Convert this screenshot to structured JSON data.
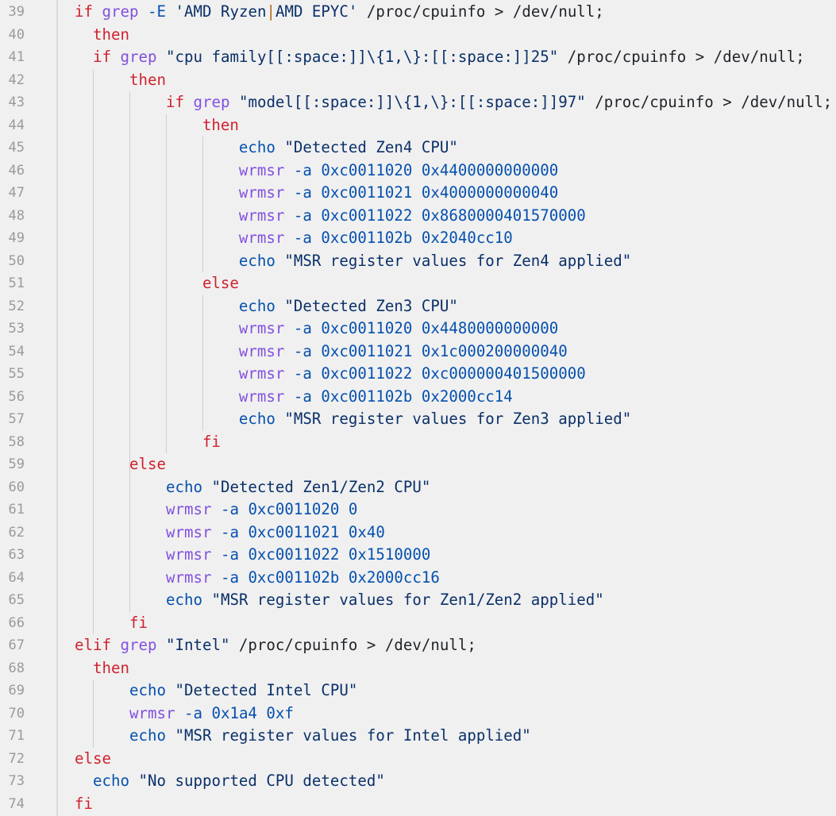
{
  "editor": {
    "cursor_line": 39,
    "colors": {
      "keyword": "#cf222e",
      "command": "#8250df",
      "number": "#0550ae",
      "string": "#0a3069",
      "plain": "#1f2328",
      "line_number": "#9a9a9a",
      "background": "#f0f0f0"
    },
    "lines": [
      {
        "n": "39",
        "tokens": [
          [
            "k",
            "if"
          ],
          [
            "p",
            " "
          ],
          [
            "f",
            "grep"
          ],
          [
            "p",
            " "
          ],
          [
            "b",
            "-E"
          ],
          [
            "p",
            " "
          ],
          [
            "s",
            "'AMD Ryzen"
          ],
          [
            "cursor",
            "|"
          ],
          [
            "s",
            "AMD EPYC'"
          ],
          [
            "p",
            " /proc/cpuinfo > /dev/null;"
          ]
        ]
      },
      {
        "n": "40",
        "tokens": [
          [
            "p",
            "  "
          ],
          [
            "k",
            "then"
          ]
        ]
      },
      {
        "n": "41",
        "tokens": [
          [
            "p",
            "  "
          ],
          [
            "k",
            "if"
          ],
          [
            "p",
            " "
          ],
          [
            "f",
            "grep"
          ],
          [
            "p",
            " "
          ],
          [
            "s",
            "\"cpu family[[:space:]]\\{1,\\}:[[:space:]]25\""
          ],
          [
            "p",
            " /proc/cpuinfo > /dev/null;"
          ]
        ]
      },
      {
        "n": "42",
        "tokens": [
          [
            "p",
            "      "
          ],
          [
            "k",
            "then"
          ]
        ]
      },
      {
        "n": "43",
        "tokens": [
          [
            "p",
            "          "
          ],
          [
            "k",
            "if"
          ],
          [
            "p",
            " "
          ],
          [
            "f",
            "grep"
          ],
          [
            "p",
            " "
          ],
          [
            "s",
            "\"model[[:space:]]\\{1,\\}:[[:space:]]97\""
          ],
          [
            "p",
            " /proc/cpuinfo > /dev/null;"
          ]
        ]
      },
      {
        "n": "44",
        "tokens": [
          [
            "p",
            "              "
          ],
          [
            "k",
            "then"
          ]
        ]
      },
      {
        "n": "45",
        "tokens": [
          [
            "p",
            "                  "
          ],
          [
            "b",
            "echo"
          ],
          [
            "p",
            " "
          ],
          [
            "s",
            "\"Detected Zen4 CPU\""
          ]
        ]
      },
      {
        "n": "46",
        "tokens": [
          [
            "p",
            "                  "
          ],
          [
            "f",
            "wrmsr"
          ],
          [
            "p",
            " "
          ],
          [
            "b",
            "-a 0xc0011020 0x4400000000000"
          ]
        ]
      },
      {
        "n": "47",
        "tokens": [
          [
            "p",
            "                  "
          ],
          [
            "f",
            "wrmsr"
          ],
          [
            "p",
            " "
          ],
          [
            "b",
            "-a 0xc0011021 0x4000000000040"
          ]
        ]
      },
      {
        "n": "48",
        "tokens": [
          [
            "p",
            "                  "
          ],
          [
            "f",
            "wrmsr"
          ],
          [
            "p",
            " "
          ],
          [
            "b",
            "-a 0xc0011022 0x8680000401570000"
          ]
        ]
      },
      {
        "n": "49",
        "tokens": [
          [
            "p",
            "                  "
          ],
          [
            "f",
            "wrmsr"
          ],
          [
            "p",
            " "
          ],
          [
            "b",
            "-a 0xc001102b 0x2040cc10"
          ]
        ]
      },
      {
        "n": "50",
        "tokens": [
          [
            "p",
            "                  "
          ],
          [
            "b",
            "echo"
          ],
          [
            "p",
            " "
          ],
          [
            "s",
            "\"MSR register values for Zen4 applied\""
          ]
        ]
      },
      {
        "n": "51",
        "tokens": [
          [
            "p",
            "              "
          ],
          [
            "k",
            "else"
          ]
        ]
      },
      {
        "n": "52",
        "tokens": [
          [
            "p",
            "                  "
          ],
          [
            "b",
            "echo"
          ],
          [
            "p",
            " "
          ],
          [
            "s",
            "\"Detected Zen3 CPU\""
          ]
        ]
      },
      {
        "n": "53",
        "tokens": [
          [
            "p",
            "                  "
          ],
          [
            "f",
            "wrmsr"
          ],
          [
            "p",
            " "
          ],
          [
            "b",
            "-a 0xc0011020 0x4480000000000"
          ]
        ]
      },
      {
        "n": "54",
        "tokens": [
          [
            "p",
            "                  "
          ],
          [
            "f",
            "wrmsr"
          ],
          [
            "p",
            " "
          ],
          [
            "b",
            "-a 0xc0011021 0x1c000200000040"
          ]
        ]
      },
      {
        "n": "55",
        "tokens": [
          [
            "p",
            "                  "
          ],
          [
            "f",
            "wrmsr"
          ],
          [
            "p",
            " "
          ],
          [
            "b",
            "-a 0xc0011022 0xc000000401500000"
          ]
        ]
      },
      {
        "n": "56",
        "tokens": [
          [
            "p",
            "                  "
          ],
          [
            "f",
            "wrmsr"
          ],
          [
            "p",
            " "
          ],
          [
            "b",
            "-a 0xc001102b 0x2000cc14"
          ]
        ]
      },
      {
        "n": "57",
        "tokens": [
          [
            "p",
            "                  "
          ],
          [
            "b",
            "echo"
          ],
          [
            "p",
            " "
          ],
          [
            "s",
            "\"MSR register values for Zen3 applied\""
          ]
        ]
      },
      {
        "n": "58",
        "tokens": [
          [
            "p",
            "              "
          ],
          [
            "k",
            "fi"
          ]
        ]
      },
      {
        "n": "59",
        "tokens": [
          [
            "p",
            "      "
          ],
          [
            "k",
            "else"
          ]
        ]
      },
      {
        "n": "60",
        "tokens": [
          [
            "p",
            "          "
          ],
          [
            "b",
            "echo"
          ],
          [
            "p",
            " "
          ],
          [
            "s",
            "\"Detected Zen1/Zen2 CPU\""
          ]
        ]
      },
      {
        "n": "61",
        "tokens": [
          [
            "p",
            "          "
          ],
          [
            "f",
            "wrmsr"
          ],
          [
            "p",
            " "
          ],
          [
            "b",
            "-a 0xc0011020 0"
          ]
        ]
      },
      {
        "n": "62",
        "tokens": [
          [
            "p",
            "          "
          ],
          [
            "f",
            "wrmsr"
          ],
          [
            "p",
            " "
          ],
          [
            "b",
            "-a 0xc0011021 0x40"
          ]
        ]
      },
      {
        "n": "63",
        "tokens": [
          [
            "p",
            "          "
          ],
          [
            "f",
            "wrmsr"
          ],
          [
            "p",
            " "
          ],
          [
            "b",
            "-a 0xc0011022 0x1510000"
          ]
        ]
      },
      {
        "n": "64",
        "tokens": [
          [
            "p",
            "          "
          ],
          [
            "f",
            "wrmsr"
          ],
          [
            "p",
            " "
          ],
          [
            "b",
            "-a 0xc001102b 0x2000cc16"
          ]
        ]
      },
      {
        "n": "65",
        "tokens": [
          [
            "p",
            "          "
          ],
          [
            "b",
            "echo"
          ],
          [
            "p",
            " "
          ],
          [
            "s",
            "\"MSR register values for Zen1/Zen2 applied\""
          ]
        ]
      },
      {
        "n": "66",
        "tokens": [
          [
            "p",
            "      "
          ],
          [
            "k",
            "fi"
          ]
        ]
      },
      {
        "n": "67",
        "tokens": [
          [
            "k",
            "elif"
          ],
          [
            "p",
            " "
          ],
          [
            "f",
            "grep"
          ],
          [
            "p",
            " "
          ],
          [
            "s",
            "\"Intel\""
          ],
          [
            "p",
            " /proc/cpuinfo > /dev/null;"
          ]
        ]
      },
      {
        "n": "68",
        "tokens": [
          [
            "p",
            "  "
          ],
          [
            "k",
            "then"
          ]
        ]
      },
      {
        "n": "69",
        "tokens": [
          [
            "p",
            "      "
          ],
          [
            "b",
            "echo"
          ],
          [
            "p",
            " "
          ],
          [
            "s",
            "\"Detected Intel CPU\""
          ]
        ]
      },
      {
        "n": "70",
        "tokens": [
          [
            "p",
            "      "
          ],
          [
            "f",
            "wrmsr"
          ],
          [
            "p",
            " "
          ],
          [
            "b",
            "-a 0x1a4 0xf"
          ]
        ]
      },
      {
        "n": "71",
        "tokens": [
          [
            "p",
            "      "
          ],
          [
            "b",
            "echo"
          ],
          [
            "p",
            " "
          ],
          [
            "s",
            "\"MSR register values for Intel applied\""
          ]
        ]
      },
      {
        "n": "72",
        "tokens": [
          [
            "k",
            "else"
          ]
        ]
      },
      {
        "n": "73",
        "tokens": [
          [
            "p",
            "  "
          ],
          [
            "b",
            "echo"
          ],
          [
            "p",
            " "
          ],
          [
            "s",
            "\"No supported CPU detected\""
          ]
        ]
      },
      {
        "n": "74",
        "tokens": [
          [
            "k",
            "fi"
          ]
        ]
      }
    ]
  }
}
